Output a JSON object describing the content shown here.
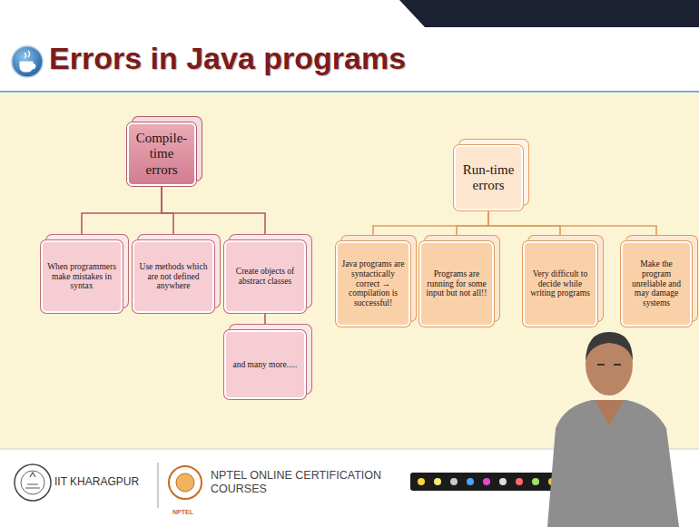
{
  "diagram": {
    "title": "Errors in Java programs",
    "nodes": [
      {
        "text": [
          "Compile-time errors"
        ]
      },
      {
        "text": [
          "When programmers make mistakes in syntax"
        ]
      },
      {
        "text": [
          "Use methods which are not defined anywhere"
        ]
      },
      {
        "text": [
          "Create objects of abstract classes"
        ]
      },
      {
        "text": [
          "and many more....."
        ]
      },
      {
        "text": [
          "Run-time errors"
        ]
      },
      {
        "text": [
          "Java programs are syntactically correct → compilation is successful!"
        ]
      },
      {
        "text": [
          "Programs are running for some input but not all!!"
        ]
      },
      {
        "text": [
          "Very difficult to decide while writing programs"
        ]
      },
      {
        "text": [
          "Make the program unreliable and may damage systems"
        ]
      }
    ],
    "edges": [
      {
        "from": 0,
        "to": 1,
        "arrow": "none"
      },
      {
        "from": 0,
        "to": 2,
        "arrow": "none"
      },
      {
        "from": 0,
        "to": 3,
        "arrow": "none"
      },
      {
        "from": 3,
        "to": 4,
        "arrow": "none"
      },
      {
        "from": 5,
        "to": 6,
        "arrow": "none"
      },
      {
        "from": 5,
        "to": 7,
        "arrow": "none"
      },
      {
        "from": 5,
        "to": 8,
        "arrow": "none"
      },
      {
        "from": 5,
        "to": 9,
        "arrow": "none"
      }
    ],
    "labels": [
      "IIT KHARAGPUR",
      "NPTEL ONLINE CERTIFICATION COURSES",
      "NPTEL"
    ]
  }
}
